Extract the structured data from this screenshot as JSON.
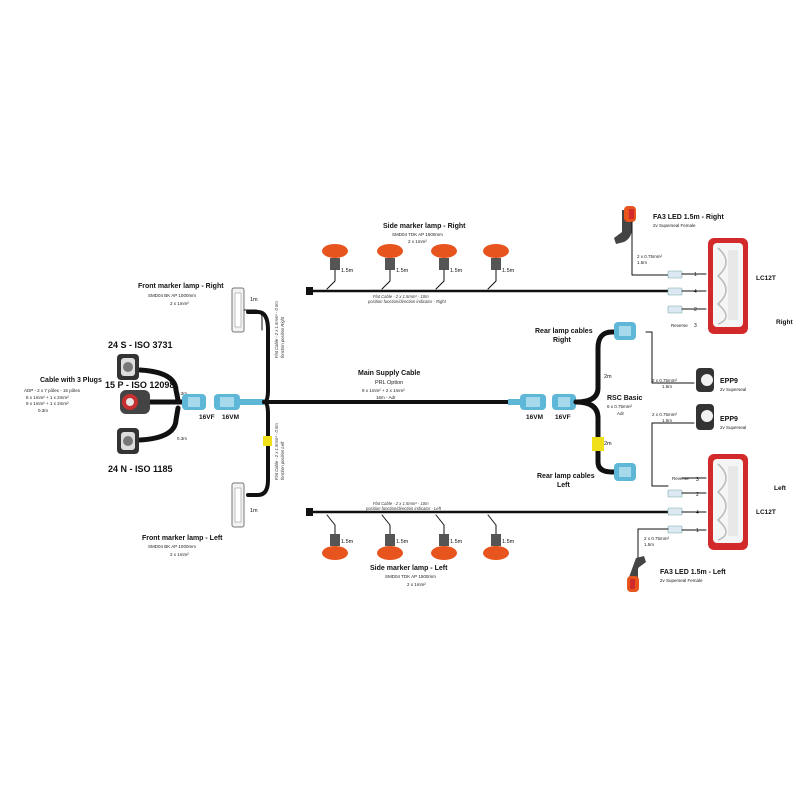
{
  "plugs": {
    "title": "Cable with 3 Plugs",
    "spec": "ADP - 2 x 7 pôles - 15 pôles",
    "sections1": "6 x 1mm² + 1 x 2mm²",
    "sections2": "9 x 1mm² + 1 x 2mm²",
    "length": "0.3m",
    "plug_24s": "24 S - ISO 3731",
    "plug_15p": "15 P - ISO 12098",
    "plug_24n": "24 N - ISO 1185",
    "len_top": "0.3m",
    "len_bottom": "0.3m"
  },
  "front_right": {
    "title": "Front marker lamp - Right",
    "model": "SMD04 BK AP 1000mm",
    "section": "2 x 1mm²",
    "len": "1m"
  },
  "front_left": {
    "title": "Front marker lamp - Left",
    "model": "SMD04 BK AP 1000mm",
    "section": "2 x 1mm²",
    "len": "1m"
  },
  "flat_front_right": {
    "label": "Flat Cable - 2 x 1.5mm² - 0.5m",
    "func": "fonction position Right"
  },
  "flat_front_left": {
    "label": "Flat Cable - 2 x 1.5mm² - 0.5m",
    "func": "fonction position Left"
  },
  "connectors": {
    "left_vf": "16VF",
    "left_vm": "16VM",
    "right_vm": "16VM",
    "right_vf": "16VF"
  },
  "main_cable": {
    "title": "Main Supply Cable",
    "option": "PRL Option",
    "section": "9 x 1mm² + 2 x 1mm²",
    "length": "16m - Adr"
  },
  "side_right": {
    "title": "Side marker lamp - Right",
    "model": "SMD04 TDK AP 1500mm",
    "section": "2 x 1mm²",
    "lens": [
      "1.5m",
      "1.5m",
      "1.5m",
      "1.5m"
    ]
  },
  "side_left": {
    "title": "Side marker lamp - Left",
    "model": "SMD04 TDK AP 1500mm",
    "section": "2 x 1mm²",
    "lens": [
      "1.5m",
      "1.5m",
      "1.5m",
      "1.5m"
    ]
  },
  "flat_side_right": {
    "label": "Flat Cable - 2 x 1.5mm² - 10m",
    "func": "position function/direction indicator - Right"
  },
  "flat_side_left": {
    "label": "Flat Cable - 2 x 1.5mm² - 10m",
    "func": "position function/direction indicator - Left"
  },
  "rear_right": {
    "title": "Rear lamp cables",
    "side": "Right",
    "len": "2m"
  },
  "rear_left": {
    "title": "Rear lamp cables",
    "side": "Left",
    "len": "2m"
  },
  "rsc": {
    "title": "RSC Basic",
    "section": "6 x 0.75mm²",
    "note": "Adr"
  },
  "fa3_right": {
    "title": "FA3 LED 1.5m - Right",
    "sub": "2v Superseal Female",
    "section": "2 x 0.75mm²",
    "len": "1.5m"
  },
  "fa3_left": {
    "title": "FA3 LED 1.5m - Left",
    "sub": "2v Superseal Female",
    "section": "2 x 0.75mm²",
    "len": "1.5m"
  },
  "lc12t_right": {
    "model": "LC12T",
    "side": "Right",
    "pins": [
      "1",
      "4",
      "2"
    ],
    "reverse": "Reverse",
    "reverse_pin": "3"
  },
  "lc12t_left": {
    "model": "LC12T",
    "side": "Left",
    "pins": [
      "3",
      "2",
      "4",
      "1"
    ],
    "reverse": "Reverse"
  },
  "epp_top": {
    "name": "EPP9",
    "sub": "2v Superseal",
    "section": "2 x 0.75mm²",
    "len": "1.5m"
  },
  "epp_bottom": {
    "name": "EPP9",
    "sub": "2v Superseal",
    "section": "2 x 0.75mm²",
    "len": "1.5m"
  },
  "colors": {
    "lamp_orange": "#e8541e",
    "connector_blue": "#5fb7d8",
    "marker_yellow": "#f0e019",
    "rear_red": "#d22a2a"
  }
}
